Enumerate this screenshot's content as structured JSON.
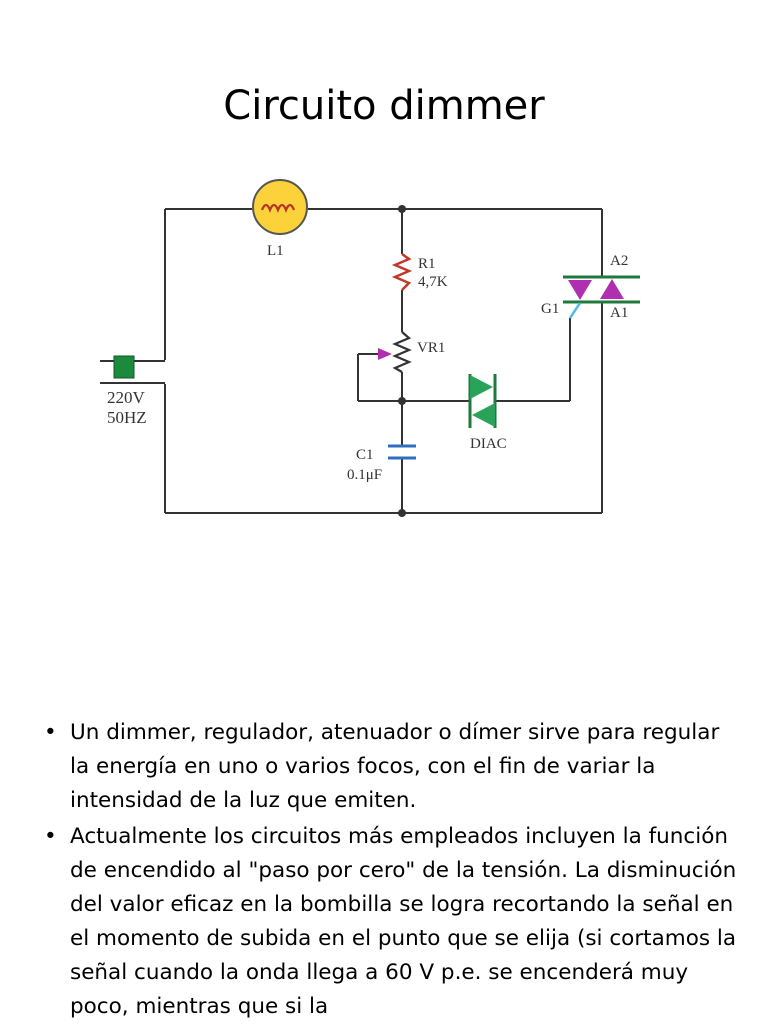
{
  "title": "Circuito dimmer",
  "diagram": {
    "lamp_label": "L1",
    "r1_label": "R1",
    "r1_value": "4,7K",
    "vr1_label": "VR1",
    "c1_label": "C1",
    "c1_value": "0.1μF",
    "diac_label": "DIAC",
    "a2_label": "A2",
    "a1_label": "A1",
    "g1_label": "G1",
    "voltage_label": "220V",
    "frequency_label": "50HZ"
  },
  "bullets": [
    "Un dimmer, regulador, atenuador o dímer sirve para regular la energía en uno o varios focos, con el fin de variar la intensidad de la luz que emiten.",
    "Actualmente los circuitos más empleados incluyen la función de encendido al \"paso por cero\" de la tensión. La disminución del valor eficaz en la bombilla se logra recortando la señal en el momento de subida en el punto que se elija (si cortamos la señal cuando la onda llega a 60 V p.e. se encenderá muy poco, mientras que si la"
  ]
}
